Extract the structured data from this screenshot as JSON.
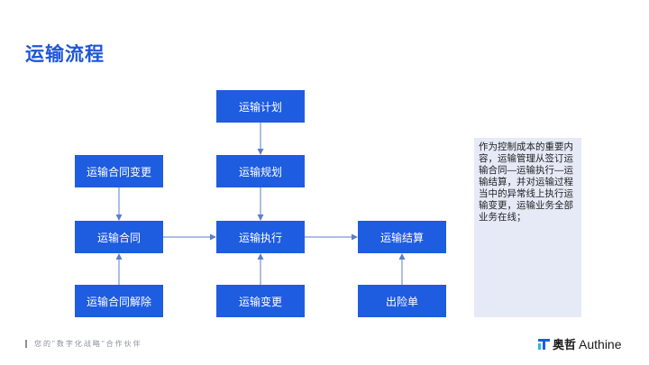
{
  "page": {
    "title": "运输流程"
  },
  "nodes": {
    "plan": "运输计划",
    "planning": "运输规划",
    "contract_change": "运输合同变更",
    "contract": "运输合同",
    "execution": "运输执行",
    "settlement": "运输结算",
    "contract_termination": "运输合同解除",
    "change": "运输变更",
    "insurance": "出险单"
  },
  "note": {
    "text": "作为控制成本的重要内容，运输管理从签订运输合同—运输执行—运输结算，并对运输过程当中的异常线上执行运输变更，运输业务全部业务在线；"
  },
  "footer": {
    "slogan": "您的\"数字化战略\"合作伙伴",
    "logo_cn": "奥哲",
    "logo_en": "Authine"
  },
  "colors": {
    "title": "#1e56d6",
    "box": "#1e5ce0",
    "arrow": "#5b7fc8",
    "note_bg": "#e6eaf7"
  }
}
